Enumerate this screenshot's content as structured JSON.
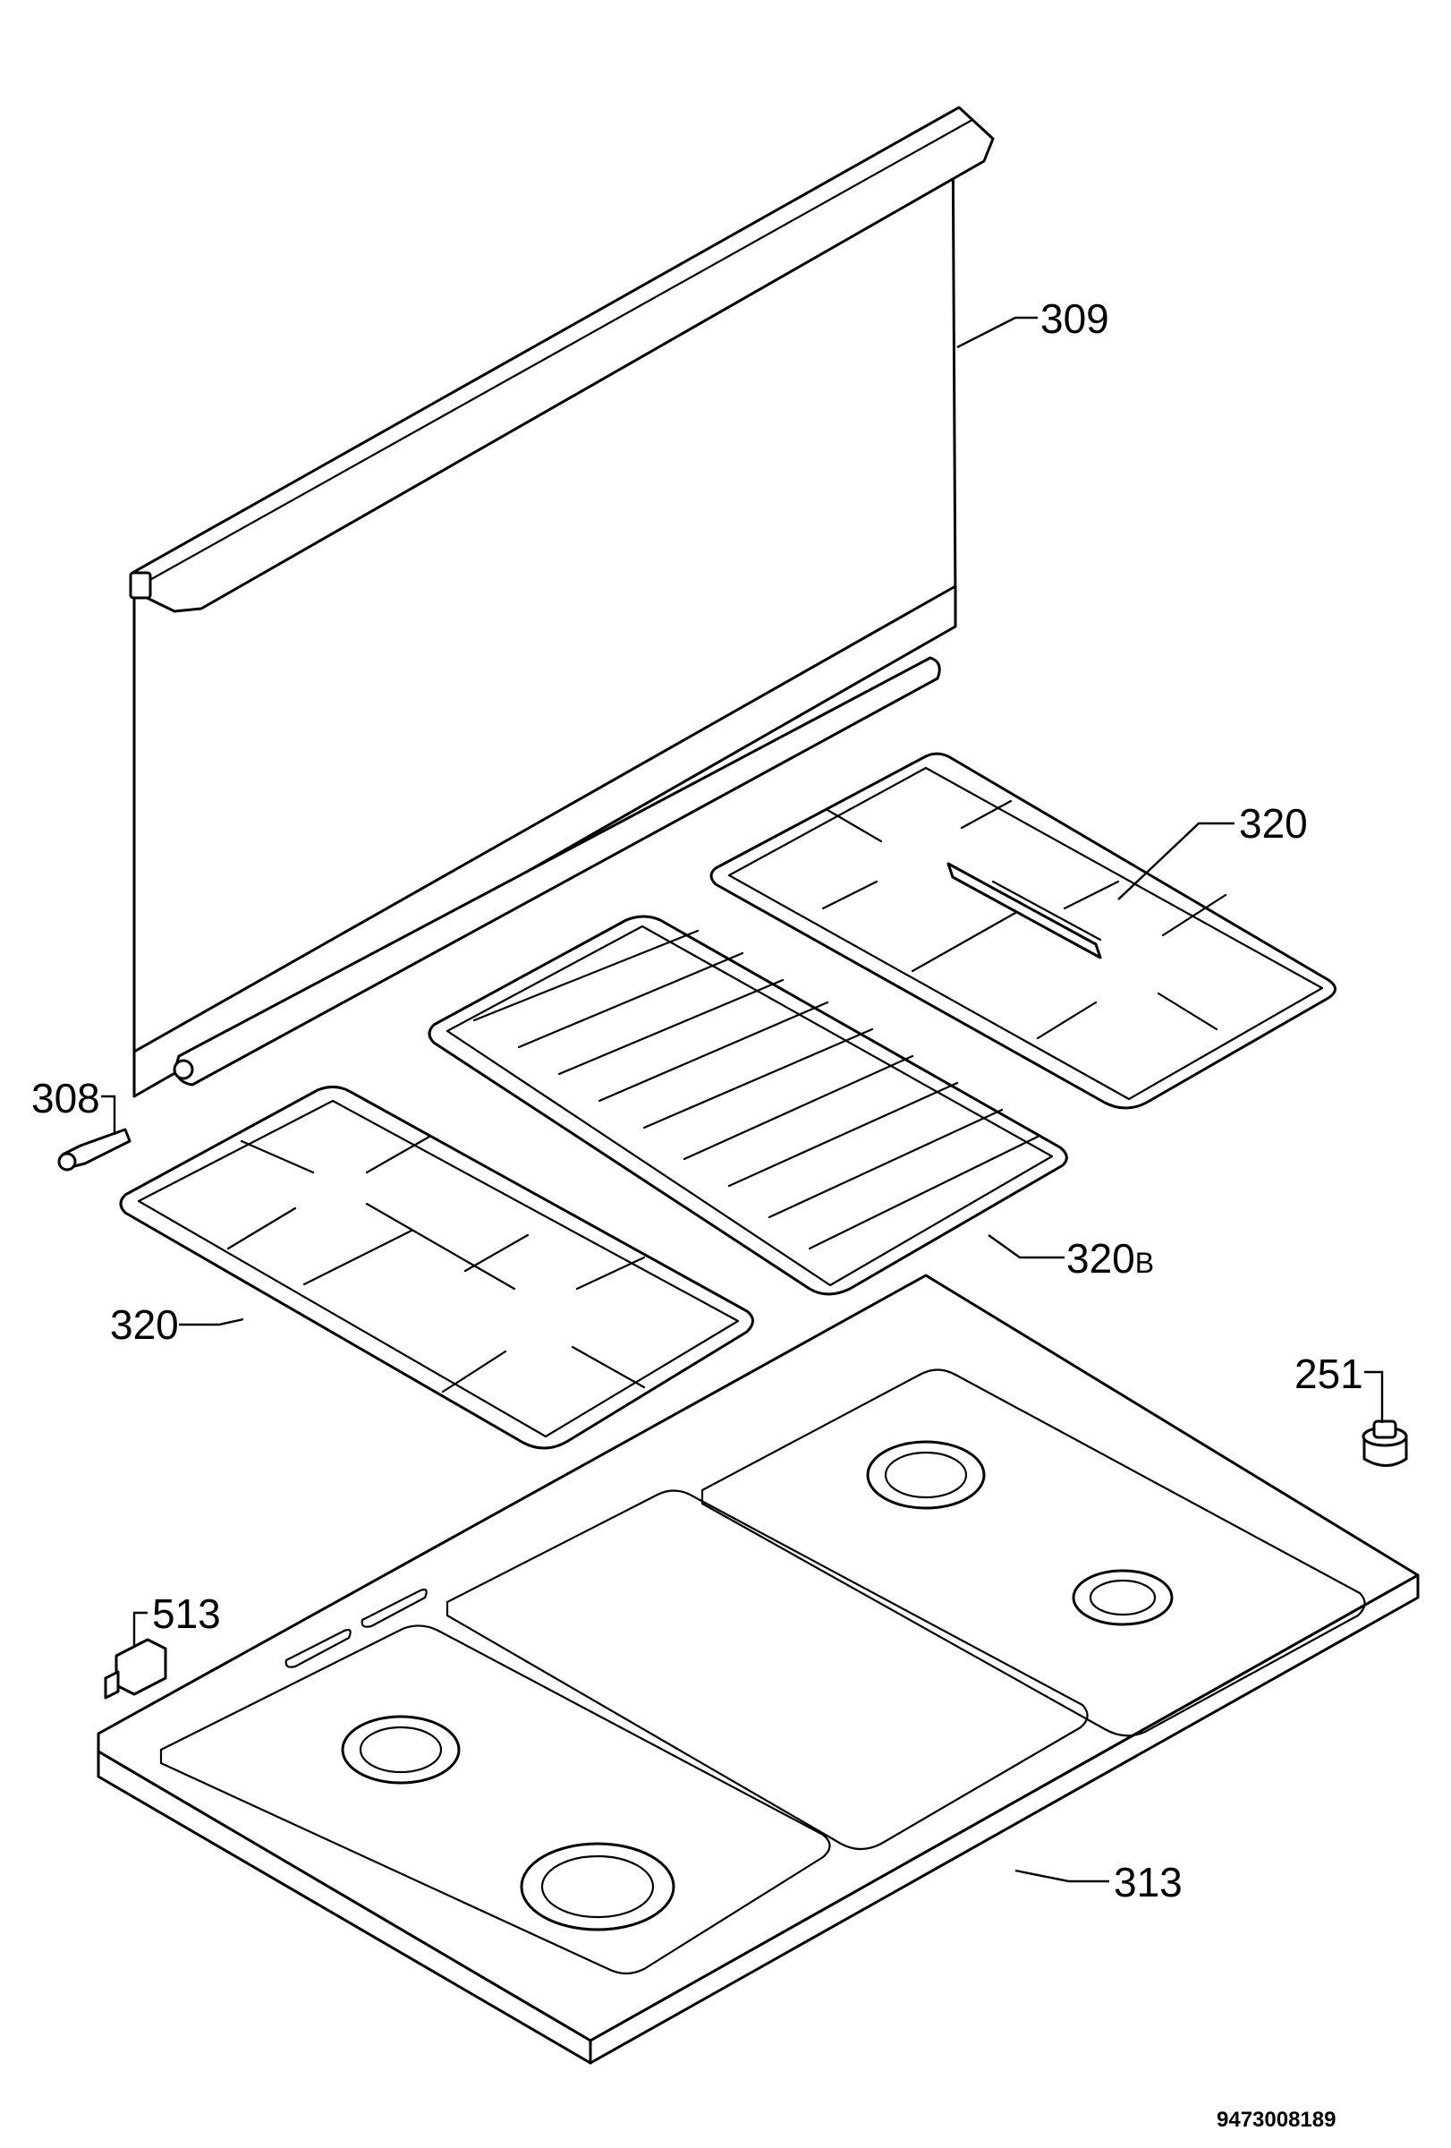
{
  "diagram": {
    "callouts": [
      {
        "id": "309",
        "text": "309",
        "sub": ""
      },
      {
        "id": "320-right",
        "text": "320",
        "sub": ""
      },
      {
        "id": "308",
        "text": "308",
        "sub": ""
      },
      {
        "id": "320b",
        "text": "320",
        "sub": "B"
      },
      {
        "id": "320-left",
        "text": "320",
        "sub": ""
      },
      {
        "id": "251",
        "text": "251",
        "sub": ""
      },
      {
        "id": "513",
        "text": "513",
        "sub": ""
      },
      {
        "id": "313",
        "text": "313",
        "sub": ""
      }
    ],
    "document_number": "9473008189"
  }
}
